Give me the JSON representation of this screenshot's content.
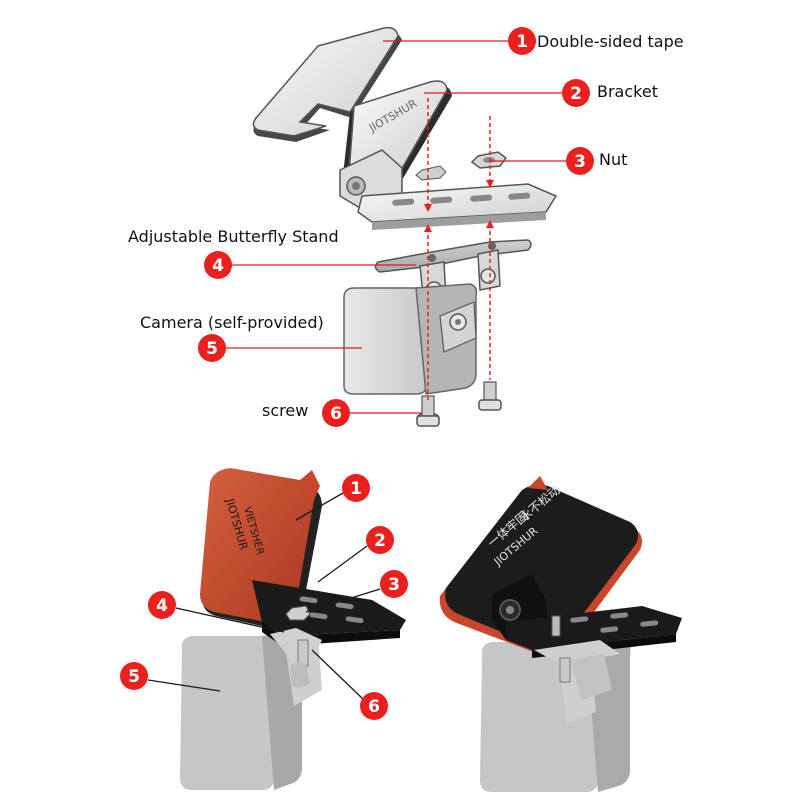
{
  "callouts": [
    {
      "number": "1",
      "label": "Double-sided tape"
    },
    {
      "number": "2",
      "label": "Bracket"
    },
    {
      "number": "3",
      "label": "Nut"
    },
    {
      "number": "4",
      "label": "Adjustable Butterfly Stand"
    },
    {
      "number": "5",
      "label": "Camera (self-provided)"
    },
    {
      "number": "6",
      "label": "screw"
    }
  ],
  "tape_print": {
    "brand": "JIOTSHUR",
    "text": "VIETSHER",
    "lines": [
      "一体牢固",
      "永不松动",
      "JIOTSHUR"
    ]
  },
  "bracket_print": "JIOTSHUR",
  "colors": {
    "callout_red": "#e8211e",
    "leader_line": "#d81e1e",
    "tape_orange": "#c8472c",
    "plastic_black": "#1c1c1c",
    "camera_gray": "#bdbdbd"
  }
}
